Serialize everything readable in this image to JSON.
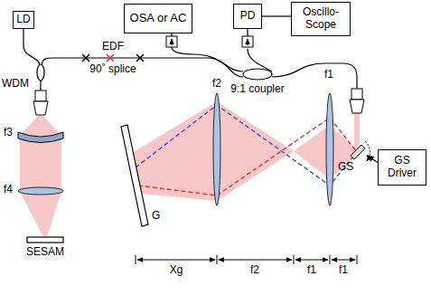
{
  "diagram": {
    "nodes": [
      {
        "text": [
          "LD"
        ]
      },
      {
        "text": [
          "OSA or AC"
        ]
      },
      {
        "text": [
          "PD"
        ]
      },
      {
        "text": [
          "Oscillo- Scope"
        ]
      },
      {
        "text": [
          "GS Driver"
        ]
      }
    ],
    "edges": [
      {
        "from": 2,
        "to": 3,
        "arrow": "none"
      }
    ],
    "labels": [
      "WDM",
      "EDF",
      "90˚ splice",
      "9:1 coupler",
      "f1",
      "f2",
      "f3",
      "f4",
      "SESAM",
      "G",
      "GS",
      "Xg",
      "f2",
      "f1",
      "f1"
    ]
  }
}
